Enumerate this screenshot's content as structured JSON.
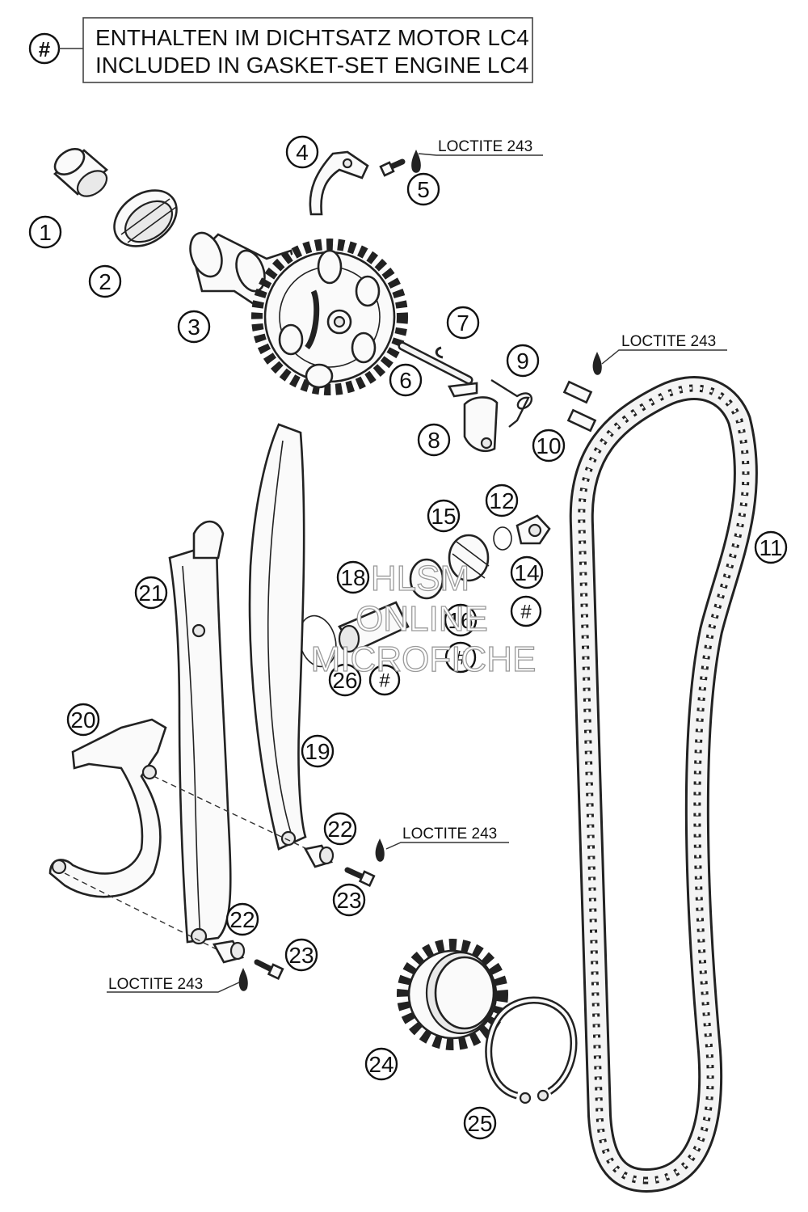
{
  "legend": {
    "symbol": "#",
    "line1": "ENTHALTEN IM DICHTSATZ MOTOR LC4",
    "line2": "INCLUDED IN GASKET-SET ENGINE LC4"
  },
  "loctite_label": "LOCTITE 243",
  "callouts": [
    "1",
    "2",
    "3",
    "4",
    "5",
    "6",
    "7",
    "8",
    "9",
    "10",
    "11",
    "12",
    "14",
    "15",
    "16",
    "18",
    "19",
    "20",
    "21",
    "22",
    "22",
    "23",
    "23",
    "24",
    "25",
    "26"
  ],
  "gasket_marks": [
    "#",
    "#",
    "#"
  ],
  "watermark": {
    "line1": "HLSM",
    "line2": "ONLINE",
    "line3": "MICROFICHE"
  }
}
